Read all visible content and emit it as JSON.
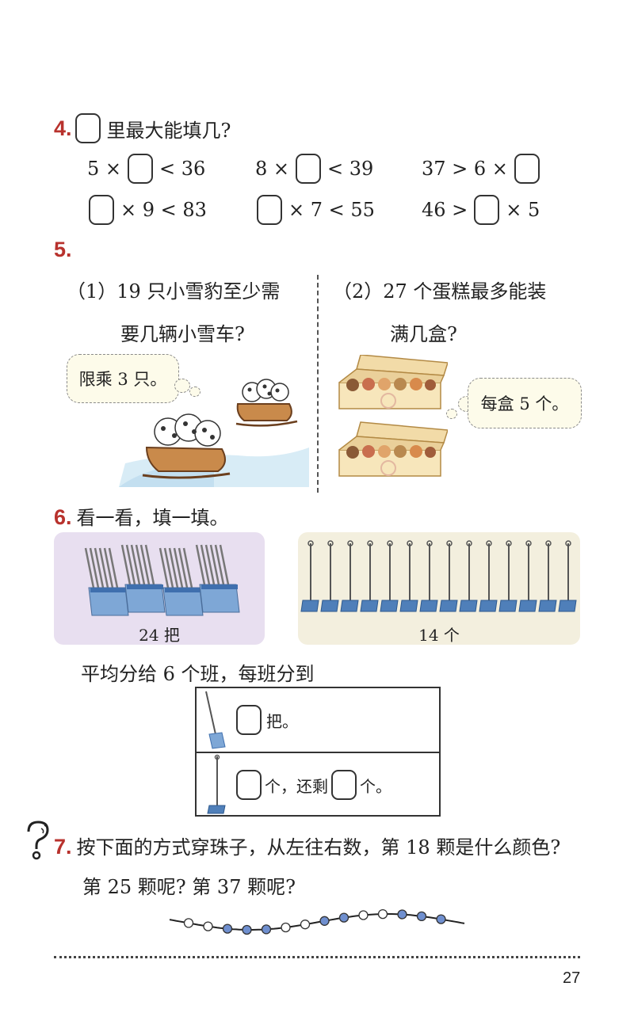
{
  "q4": {
    "number": "4.",
    "title": "里最大能填几?",
    "row1": [
      {
        "left": "5 ×",
        "right": "< 36"
      },
      {
        "left": "8 ×",
        "right": "< 39"
      },
      {
        "left": "37 > 6 ×",
        "right": ""
      }
    ],
    "row2": [
      {
        "left": "",
        "right": "× 9 < 83"
      },
      {
        "left": "",
        "right": "× 7 < 55"
      },
      {
        "left": "46 >",
        "right": "× 5"
      }
    ]
  },
  "q5": {
    "number": "5.",
    "p1_line1": "（1）19 只小雪豹至少需",
    "p1_line2": "要几辆小雪车?",
    "p1_bubble": "限乘 3 只。",
    "p2_line1": "（2）27 个蛋糕最多能装",
    "p2_line2": "满几盒?",
    "p2_bubble": "每盒 5 个。"
  },
  "q6": {
    "number": "6.",
    "title": "看一看，填一填。",
    "brooms_caption": "24 把",
    "dustpans_caption": "14 个",
    "instruction": "平均分给 6 个班，每班分到",
    "row1_after": "把。",
    "row2_mid": "个，还剩",
    "row2_after": "个。"
  },
  "q7": {
    "number": "7.",
    "line1": "按下面的方式穿珠子，从左往右数，第 18 颗是什么颜色?",
    "line2": "第 25 颗呢? 第 37 颗呢?",
    "beads": [
      "white",
      "white",
      "blue",
      "blue",
      "blue",
      "white",
      "white",
      "blue",
      "blue",
      "white",
      "white",
      "blue",
      "blue",
      "blue"
    ],
    "colors": {
      "blue": "#6f8fcf",
      "white": "#ffffff"
    }
  },
  "page_number": "27"
}
